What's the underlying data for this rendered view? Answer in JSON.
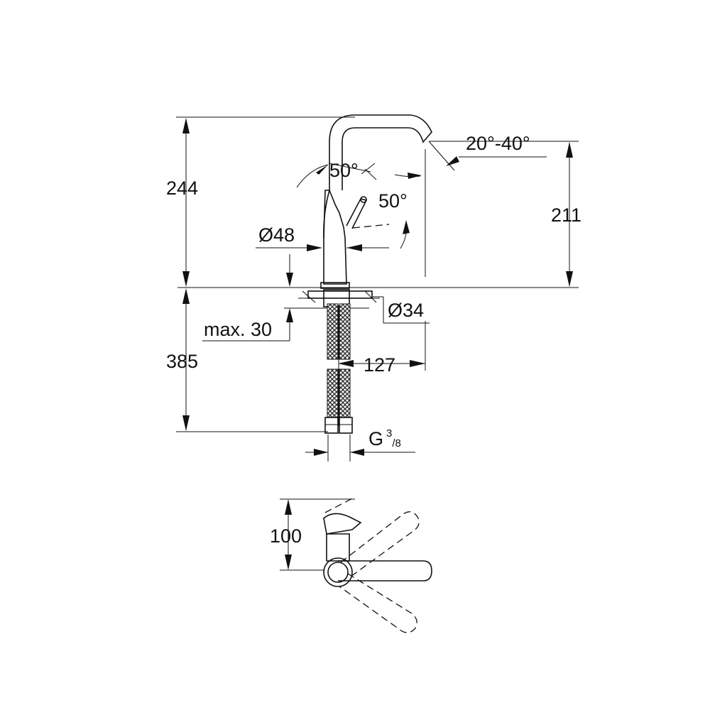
{
  "labels": {
    "total_height": "244",
    "spout_height": "211",
    "spout_angle": "20°-40°",
    "lever_angle_top": "50°",
    "lever_angle_side": "50°",
    "body_diameter": "Ø48",
    "hole_diameter": "Ø34",
    "max_thickness": "max. 30",
    "hose_length": "385",
    "spout_reach": "127",
    "thread_main": "G",
    "thread_num": "3",
    "thread_den": "/8",
    "plan_depth": "100"
  },
  "colors": {
    "line": "#111111",
    "hose": "#444444",
    "background": "#ffffff"
  }
}
